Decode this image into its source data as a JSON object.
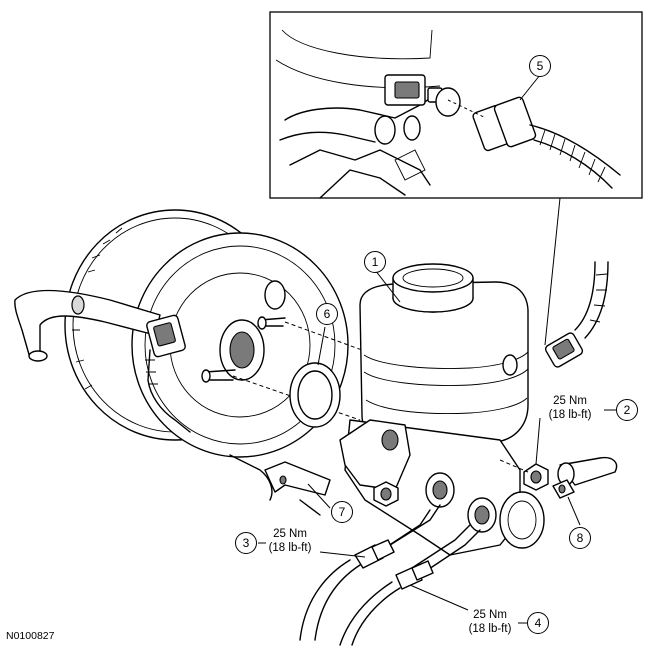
{
  "callouts": [
    {
      "id": "c1",
      "number": "1"
    },
    {
      "id": "c2",
      "number": "2"
    },
    {
      "id": "c3",
      "number": "3"
    },
    {
      "id": "c4",
      "number": "4"
    },
    {
      "id": "c5",
      "number": "5"
    },
    {
      "id": "c6",
      "number": "6"
    },
    {
      "id": "c7",
      "number": "7"
    },
    {
      "id": "c8",
      "number": "8"
    }
  ],
  "torque_specs": {
    "item2": {
      "metric": "25 Nm",
      "imperial": "(18 lb-ft)"
    },
    "item3": {
      "metric": "25 Nm",
      "imperial": "(18 lb-ft)"
    },
    "item4": {
      "metric": "25 Nm",
      "imperial": "(18 lb-ft)"
    }
  },
  "figure_code": "N0100827"
}
